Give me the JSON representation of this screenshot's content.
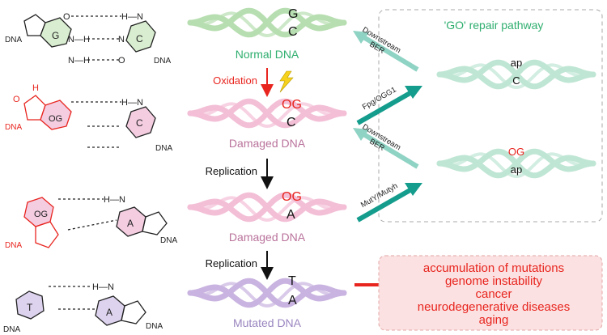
{
  "colors": {
    "green": "#2eae6e",
    "green_dna": "#b7deb0",
    "pink_dna": "#f3bfd6",
    "purple_dna": "#c9b3e0",
    "mint_dna": "#bfe6d4",
    "mauve_label": "#b9729b",
    "purple_label": "#9a86c0",
    "red": "#e8251f",
    "teal_dark": "#149c8c",
    "teal_light": "#8fd3c4",
    "box_fill": "#fbe1e1",
    "ring_green": "#d9eed0",
    "ring_pink": "#f4cde1",
    "ring_purple": "#ddd3ee",
    "lightning": "#f7d21c"
  },
  "dna_panels": {
    "normal": {
      "top": "G",
      "bottom": "C",
      "label": "Normal DNA"
    },
    "damaged1": {
      "top": "OG",
      "bottom": "C",
      "label": "Damaged DNA"
    },
    "damaged2": {
      "top": "OG",
      "bottom": "A",
      "label": "Damaged DNA"
    },
    "mutated": {
      "top": "T",
      "bottom": "A",
      "label": "Mutated DNA"
    }
  },
  "steps": {
    "oxidation": "Oxidation",
    "replication1": "Replication",
    "replication2": "Replication"
  },
  "repair": {
    "title": "'GO' repair pathway",
    "fpg": "Fpg/OGG1",
    "muty": "MutY/Mutyh",
    "downstream_line1": "Downstream",
    "downstream_line2": "BER",
    "ap_c_top": "ap",
    "ap_c_bottom": "C",
    "og_ap_top": "OG",
    "og_ap_bottom": "ap"
  },
  "consequences": [
    "accumulation of mutations",
    "genome instability",
    "cancer",
    "neurodegenerative diseases",
    "aging"
  ],
  "structures": {
    "dna": "DNA",
    "n": "N",
    "h": "H",
    "o": "O",
    "nh": "N—H",
    "hn": "H—N",
    "g": "G",
    "c": "C",
    "og": "OG",
    "a": "A",
    "t": "T"
  }
}
